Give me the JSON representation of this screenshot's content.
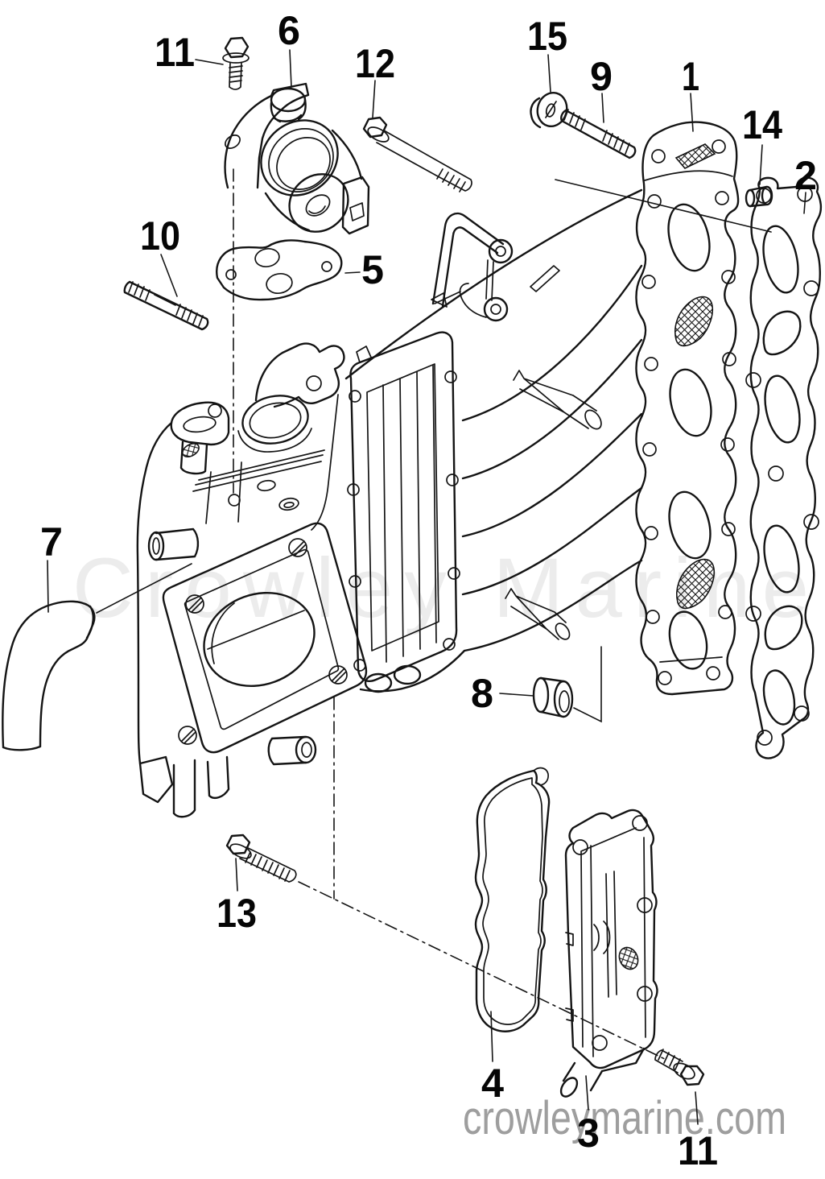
{
  "colors": {
    "background": "#ffffff",
    "line": "#141414",
    "callout_text": "#060606",
    "watermark_center": "#ececec",
    "watermark_bottom": "#9e9e9e"
  },
  "watermarks": {
    "center": "Crowley Marine",
    "bottom": "crowleymarine.com"
  },
  "callouts": [
    {
      "label": "11"
    },
    {
      "label": "6"
    },
    {
      "label": "12"
    },
    {
      "label": "15"
    },
    {
      "label": "9"
    },
    {
      "label": "1"
    },
    {
      "label": "14"
    },
    {
      "label": "2"
    },
    {
      "label": "10"
    },
    {
      "label": "5"
    },
    {
      "label": "7"
    },
    {
      "label": "8"
    },
    {
      "label": "13"
    },
    {
      "label": "4"
    },
    {
      "label": "3"
    },
    {
      "label": "11"
    }
  ]
}
